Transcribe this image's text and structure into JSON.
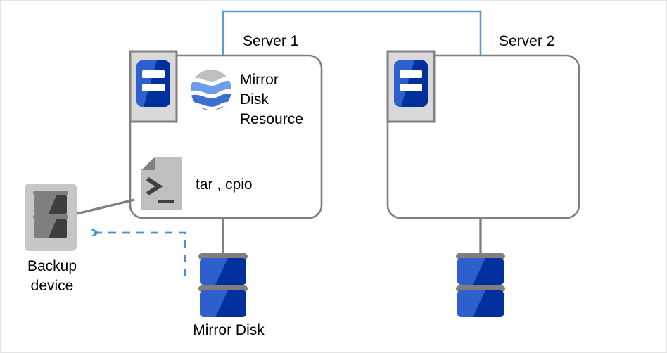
{
  "diagram": {
    "title_server1": "Server 1",
    "title_server2": "Server 2",
    "mirror_disk_resource_label": "Mirror\nDisk\nResource",
    "tar_cpio_label": "tar , cpio",
    "mirror_disk_label": "Mirror Disk",
    "backup_device_label": "Backup\ndevice"
  },
  "icons": {
    "server1": "server-icon",
    "server2": "server-icon",
    "mirror_disk_resource": "mirror-disk-resource-globe-icon",
    "script": "script-terminal-icon",
    "mirror_disk": "disk-stack-icon",
    "server2_disk": "disk-stack-icon",
    "backup_device": "backup-device-icon",
    "backup_arrow": "dashed-arrow-left-icon"
  },
  "colors": {
    "network_line": "#5b9bd5",
    "box_outline": "#808080",
    "connector_line": "#808080",
    "dashed_arrow": "#4a90d9",
    "disk_blue_light": "#2f5fce",
    "disk_blue_dark": "#002f9e",
    "disk_gray_band": "#808080",
    "server_icon_frame": "#d0d0d0",
    "server_icon_border": "#808080",
    "script_body": "#bfbfbf",
    "script_fold": "#808080",
    "script_glyph": "#404040",
    "backup_body": "#c6c6c6",
    "backup_disk_light": "#7f7f7f",
    "backup_disk_dark": "#3f3f3f",
    "globe_gray": "#bfbfbf",
    "globe_light_blue": "#6d9eeb",
    "globe_mid_blue": "#3c6fd0",
    "globe_dark_blue": "#0b3a8f",
    "text": "#000000",
    "page_border": "#e3e3e3",
    "background": "#ffffff"
  }
}
